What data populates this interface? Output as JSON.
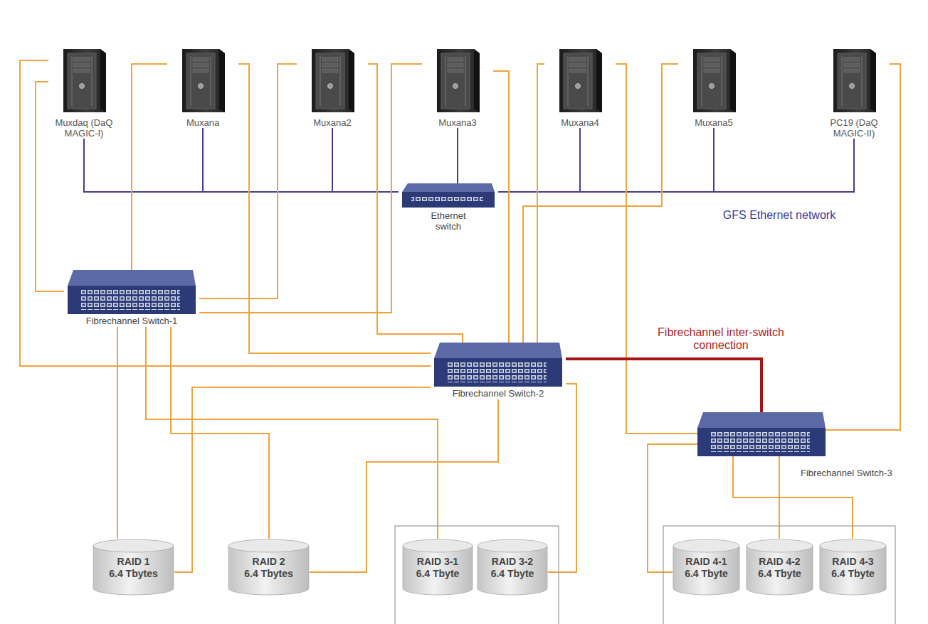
{
  "diagram": {
    "nodes": [
      {
        "text": [
          "Muxdaq (DaQ MAGIC-I)"
        ]
      },
      {
        "text": [
          "Muxana"
        ]
      },
      {
        "text": [
          "Muxana2"
        ]
      },
      {
        "text": [
          "Muxana3"
        ]
      },
      {
        "text": [
          "Muxana4"
        ]
      },
      {
        "text": [
          "Muxana5"
        ]
      },
      {
        "text": [
          "PC19 (DaQ MAGIC-II)"
        ]
      },
      {
        "text": [
          "Ethernet switch"
        ]
      },
      {
        "text": [
          "Fibrechannel Switch-1"
        ]
      },
      {
        "text": [
          "Fibrechannel Switch-2"
        ]
      },
      {
        "text": [
          "Fibrechannel Switch-3"
        ]
      },
      {
        "text": [
          "RAID 1",
          "6.4 Tbytes"
        ]
      },
      {
        "text": [
          "RAID 2",
          "6.4 Tbytes"
        ]
      },
      {
        "text": [
          "RAID 3-1",
          "6.4 Tbyte"
        ]
      },
      {
        "text": [
          "RAID 3-2",
          "6.4 Tbyte"
        ]
      },
      {
        "text": [
          "RAID 4-1",
          "6.4 Tbyte"
        ]
      },
      {
        "text": [
          "RAID 4-2",
          "6.4 Tbyte"
        ]
      },
      {
        "text": [
          "RAID 4-3",
          "6.4 Tbyte"
        ]
      }
    ],
    "edges": [
      {
        "from": 0,
        "to": 7,
        "arrow": "none"
      },
      {
        "from": 1,
        "to": 7,
        "arrow": "none"
      },
      {
        "from": 2,
        "to": 7,
        "arrow": "none"
      },
      {
        "from": 3,
        "to": 7,
        "arrow": "none"
      },
      {
        "from": 4,
        "to": 7,
        "arrow": "none"
      },
      {
        "from": 5,
        "to": 7,
        "arrow": "none"
      },
      {
        "from": 6,
        "to": 7,
        "arrow": "none"
      },
      {
        "from": 0,
        "to": 9,
        "arrow": "none"
      },
      {
        "from": 0,
        "to": 8,
        "arrow": "none"
      },
      {
        "from": 1,
        "to": 8,
        "arrow": "none"
      },
      {
        "from": 1,
        "to": 9,
        "arrow": "none"
      },
      {
        "from": 2,
        "to": 8,
        "arrow": "none"
      },
      {
        "from": 2,
        "to": 9,
        "arrow": "none"
      },
      {
        "from": 3,
        "to": 8,
        "arrow": "none"
      },
      {
        "from": 3,
        "to": 9,
        "arrow": "none"
      },
      {
        "from": 4,
        "to": 9,
        "arrow": "none"
      },
      {
        "from": 4,
        "to": 10,
        "arrow": "none"
      },
      {
        "from": 5,
        "to": 9,
        "arrow": "none"
      },
      {
        "from": 6,
        "to": 10,
        "arrow": "none"
      },
      {
        "from": 9,
        "to": 10,
        "arrow": "none"
      },
      {
        "from": 11,
        "to": 8,
        "arrow": "none"
      },
      {
        "from": 11,
        "to": 9,
        "arrow": "none"
      },
      {
        "from": 12,
        "to": 8,
        "arrow": "none"
      },
      {
        "from": 12,
        "to": 9,
        "arrow": "none"
      },
      {
        "from": 13,
        "to": 8,
        "arrow": "none"
      },
      {
        "from": 14,
        "to": 9,
        "arrow": "none"
      },
      {
        "from": 15,
        "to": 10,
        "arrow": "none"
      },
      {
        "from": 16,
        "to": 10,
        "arrow": "none"
      },
      {
        "from": 17,
        "to": 10,
        "arrow": "none"
      }
    ],
    "labels": [
      "GFS Ethernet network",
      "Fibrechannel inter-switch connection"
    ]
  }
}
